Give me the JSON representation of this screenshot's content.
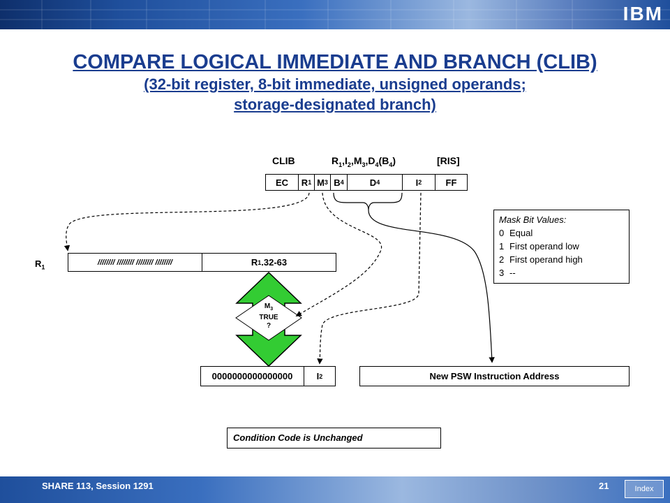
{
  "header": {
    "logo": "IBM"
  },
  "title": {
    "line1": "COMPARE LOGICAL IMMEDIATE AND BRANCH (CLIB)",
    "line2": "(32-bit register, 8-bit immediate, unsigned operands;",
    "line3": "storage-designated branch)"
  },
  "instruction": {
    "mnemonic": "CLIB",
    "operand_main": "R",
    "format": "[RIS]",
    "fields": {
      "opcode1": "EC",
      "r1": "R",
      "m3": "M",
      "b4": "B",
      "d4": "D",
      "i2": "I",
      "opcode2": "FF"
    }
  },
  "register": {
    "label": "R",
    "high_half": "//////// //////// //////// ////////",
    "low_half": "R"
  },
  "decision": {
    "line1": "M",
    "line2": "TRUE",
    "line3": "?"
  },
  "zeros": "0000000000000000",
  "i2_label": "I",
  "psw": "New PSW Instruction Address",
  "mask": {
    "title": "Mask Bit Values:",
    "items": [
      {
        "bit": "0",
        "text": "Equal"
      },
      {
        "bit": "1",
        "text": "First operand low"
      },
      {
        "bit": "2",
        "text": "First operand high"
      },
      {
        "bit": "3",
        "text": "--"
      }
    ]
  },
  "condition_code": "Condition Code is Unchanged",
  "footer": {
    "session": "SHARE 113, Session 1291",
    "page_number": "21",
    "index_label": "Index"
  },
  "colors": {
    "title": "#1a3d8f",
    "arrow_fill": "#33cc33",
    "banner": "#1f4f9c"
  }
}
